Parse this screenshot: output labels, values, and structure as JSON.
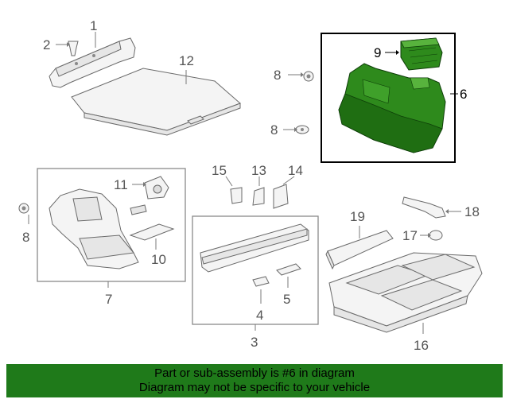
{
  "callouts": {
    "c1": "1",
    "c2": "2",
    "c3": "3",
    "c4": "4",
    "c5": "5",
    "c6": "6",
    "c7": "7",
    "c8a": "8",
    "c8b": "8",
    "c8c": "8",
    "c9": "9",
    "c10": "10",
    "c11": "11",
    "c12": "12",
    "c13": "13",
    "c14": "14",
    "c15": "15",
    "c16": "16",
    "c17": "17",
    "c18": "18",
    "c19": "19"
  },
  "highlight": {
    "part_number": "6",
    "color": "#1f7a1a"
  },
  "banner": {
    "line1": "Part or sub-assembly is #6 in diagram",
    "line2": "Diagram may not be specific to your vehicle",
    "background": "#1f7a1a"
  }
}
